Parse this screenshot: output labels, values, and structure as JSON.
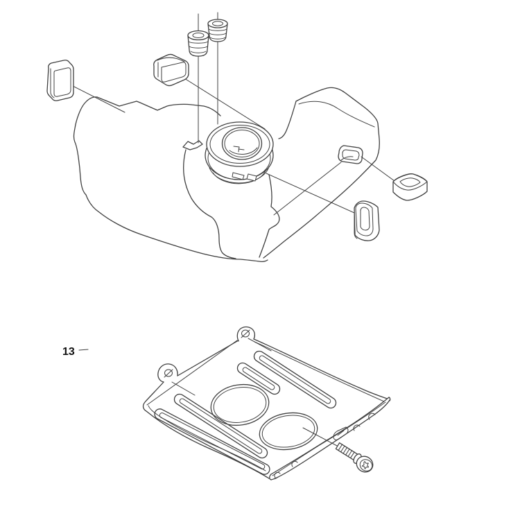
{
  "diagram": {
    "background": "#ffffff",
    "line_color": "#3f3f3f",
    "text_color": "#111111",
    "callout": {
      "number": "13"
    },
    "parts": [
      "fuel-tank",
      "filler-neck",
      "tank-plug-left",
      "tank-plug-right",
      "bumper-pad-left",
      "bumper-pad-center",
      "grommet-horizontal",
      "grommet-vertical",
      "mounting-slot",
      "guard-plate",
      "mounting-ear-top",
      "mounting-ear-left",
      "plate-rail",
      "screw"
    ]
  }
}
